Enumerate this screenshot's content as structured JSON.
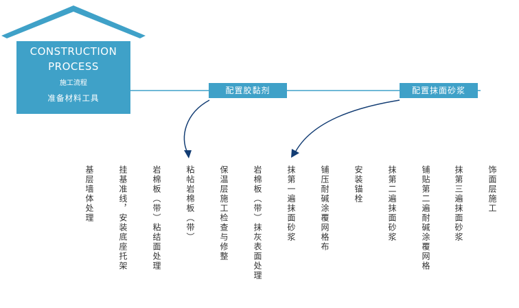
{
  "header": {
    "title_line1": "CONSTRUCTION",
    "title_line2": "PROCESS",
    "subtitle": "施工流程",
    "first_step": "准备材料工具"
  },
  "branches": [
    {
      "label": "配置胶黏剂"
    },
    {
      "label": "配置抹面砂浆"
    }
  ],
  "steps": [
    "基层墙体处理",
    "挂基准线，安装底座托架",
    "岩棉板（带）粘结面处理",
    "粘帖岩棉板（带）",
    "保温层施工检查与修整",
    "岩棉板（带）抹灰表面处理",
    "抹第一遍抹面砂浆",
    "铺压耐碱涂覆网格布",
    "安装锚栓",
    "抹第二遍抹面砂浆",
    "铺贴第二遍耐碱涂覆网格",
    "抹第三遍抹面砂浆",
    "饰面层施工"
  ],
  "colors": {
    "house": "#3fa1c8",
    "tag": "#3fa1c8",
    "connector": "#3fa1c8",
    "arrow": "#123c73",
    "text": "#333333"
  }
}
